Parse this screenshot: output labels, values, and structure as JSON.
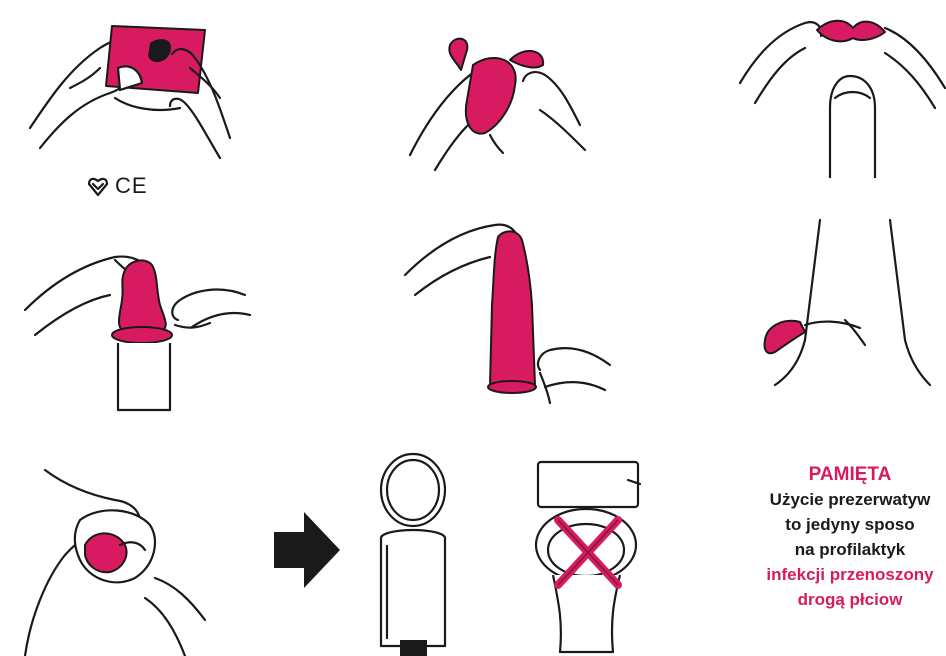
{
  "certification": {
    "ce_mark": "CE",
    "kitemark_icon": "kitemark-icon"
  },
  "note": {
    "title": "PAMIĘTA",
    "line1": "Użycie prezerwatyw",
    "line2": "to jedyny sposo",
    "line3": "na profilaktyk",
    "line4": "infekcji przenoszony",
    "line5": "drogą płciow"
  },
  "colors": {
    "accent": "#d81b60",
    "ink": "#1a1a1a",
    "background": "#ffffff"
  },
  "steps": [
    {
      "icon": "open-wrapper-hands-icon"
    },
    {
      "icon": "remove-condom-icon"
    },
    {
      "icon": "pinch-tip-icon"
    },
    {
      "icon": "roll-on-icon"
    },
    {
      "icon": "unrolled-condom-icon"
    },
    {
      "icon": "withdraw-icon"
    },
    {
      "icon": "wrap-in-tissue-icon"
    },
    {
      "icon": "arrow-right-icon"
    },
    {
      "icon": "trash-bin-icon"
    },
    {
      "icon": "no-toilet-icon"
    }
  ]
}
